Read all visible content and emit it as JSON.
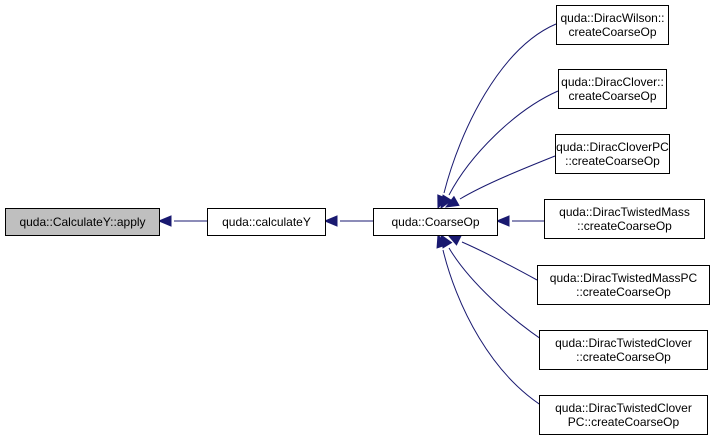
{
  "colors": {
    "edge": "#191970",
    "node_border": "#000000",
    "node_fill": "#ffffff",
    "highlight_fill": "#bfbfbf"
  },
  "nodes": {
    "apply": {
      "lines": [
        "quda::CalculateY::apply"
      ],
      "highlighted": true
    },
    "calculateY": {
      "lines": [
        "quda::calculateY"
      ]
    },
    "coarseOp": {
      "lines": [
        "quda::CoarseOp"
      ]
    },
    "wilson": {
      "lines": [
        "quda::DiracWilson::",
        "createCoarseOp"
      ]
    },
    "clover": {
      "lines": [
        "quda::DiracClover::",
        "createCoarseOp"
      ]
    },
    "cloverPC": {
      "lines": [
        "quda::DiracCloverPC",
        "::createCoarseOp"
      ]
    },
    "twistedMass": {
      "lines": [
        "quda::DiracTwistedMass",
        "::createCoarseOp"
      ]
    },
    "twistedMassPC": {
      "lines": [
        "quda::DiracTwistedMassPC",
        "::createCoarseOp"
      ]
    },
    "twistedClover": {
      "lines": [
        "quda::DiracTwistedClover",
        "::createCoarseOp"
      ]
    },
    "twistedCloverPC": {
      "lines": [
        "quda::DiracTwistedClover",
        "PC::createCoarseOp"
      ]
    }
  },
  "edges": [
    {
      "from": "calculateY",
      "to": "apply"
    },
    {
      "from": "coarseOp",
      "to": "calculateY"
    },
    {
      "from": "wilson",
      "to": "coarseOp"
    },
    {
      "from": "clover",
      "to": "coarseOp"
    },
    {
      "from": "cloverPC",
      "to": "coarseOp"
    },
    {
      "from": "twistedMass",
      "to": "coarseOp"
    },
    {
      "from": "twistedMassPC",
      "to": "coarseOp"
    },
    {
      "from": "twistedClover",
      "to": "coarseOp"
    },
    {
      "from": "twistedCloverPC",
      "to": "coarseOp"
    }
  ]
}
